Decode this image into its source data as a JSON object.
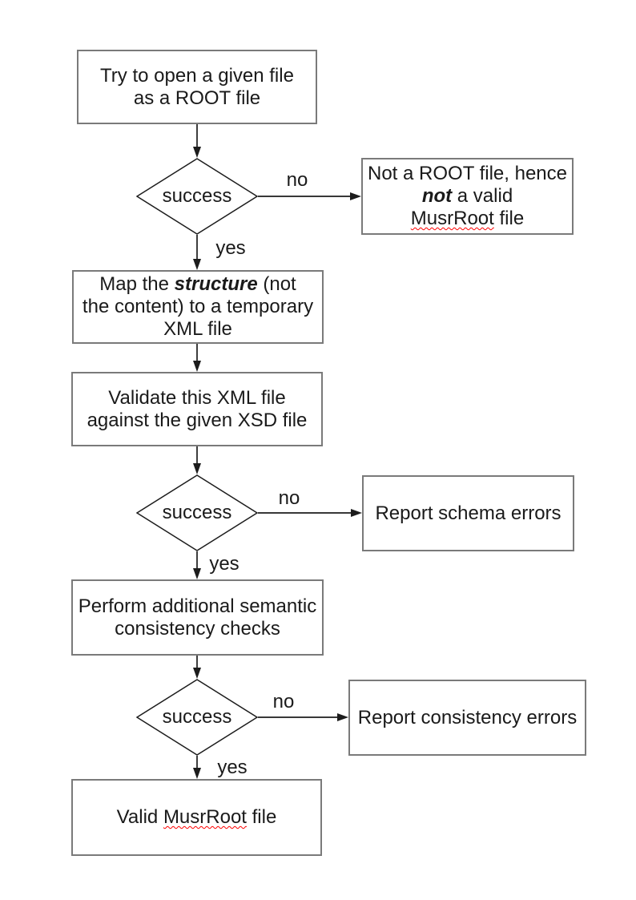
{
  "flowchart": {
    "boxes": {
      "open_file": {
        "line1": "Try to open a given file",
        "line2": "as a ROOT file"
      },
      "not_root_file": {
        "line1": "Not a ROOT file, hence",
        "line2_bold_italic": "not",
        "line2_rest": " a valid",
        "line3_spellcheck": "MusrRoot",
        "line3_rest": " file"
      },
      "map_structure": {
        "line1_pre": "Map the ",
        "line1_bold_italic": "structure",
        "line1_post": " (not",
        "line2": "the content) to a temporary",
        "line3": "XML file"
      },
      "validate_xml": {
        "line1": "Validate this XML file",
        "line2": "against the given XSD file"
      },
      "report_schema_errors": {
        "label": "Report schema errors"
      },
      "semantic_checks": {
        "line1": "Perform additional semantic",
        "line2": "consistency checks"
      },
      "report_consistency_errors": {
        "label": "Report consistency errors"
      },
      "valid_file": {
        "pre": "Valid ",
        "spellcheck": "MusrRoot",
        "rest": " file"
      }
    },
    "decisions": {
      "decision1": {
        "label": "success"
      },
      "decision2": {
        "label": "success"
      },
      "decision3": {
        "label": "success"
      }
    },
    "edge_labels": {
      "no1": "no",
      "yes1": "yes",
      "no2": "no",
      "yes2": "yes",
      "no3": "no",
      "yes3": "yes"
    },
    "colors": {
      "box_border": "#7a7a7a",
      "line": "#1c1c1c",
      "text": "#1a1a1a",
      "spellcheck_underline": "#ff0000",
      "background": "#ffffff"
    }
  }
}
